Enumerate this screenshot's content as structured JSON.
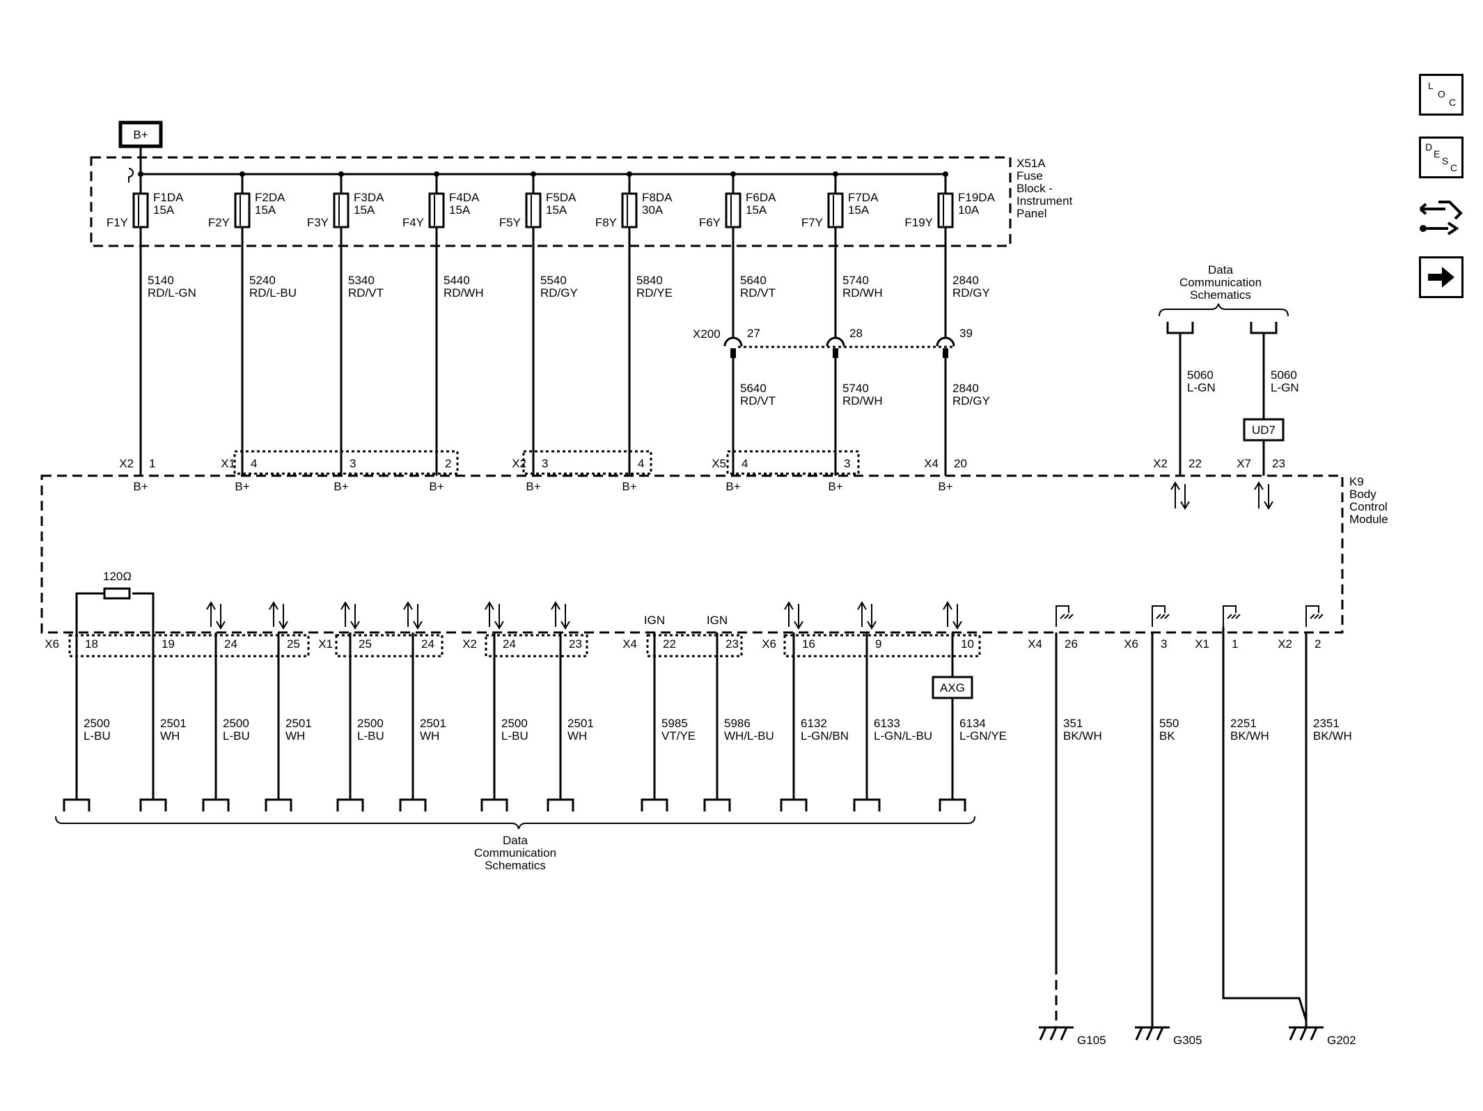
{
  "battery_label": "B+",
  "fuse_block": {
    "id": "X51A",
    "name_lines": [
      "Fuse",
      "Block -",
      "Instrument",
      "Panel"
    ]
  },
  "fuses": [
    {
      "name": "F1DA",
      "rating": "15A",
      "slot": "F1Y",
      "circuit": "5140",
      "color": "RD/L-GN",
      "conn": "X2",
      "pin": "1",
      "pin_label": "B+"
    },
    {
      "name": "F2DA",
      "rating": "15A",
      "slot": "F2Y",
      "circuit": "5240",
      "color": "RD/L-BU",
      "conn": "X1",
      "pin": "4",
      "pin_label": "B+"
    },
    {
      "name": "F3DA",
      "rating": "15A",
      "slot": "F3Y",
      "circuit": "5340",
      "color": "RD/VT",
      "conn": "",
      "pin": "3",
      "pin_label": "B+"
    },
    {
      "name": "F4DA",
      "rating": "15A",
      "slot": "F4Y",
      "circuit": "5440",
      "color": "RD/WH",
      "conn": "",
      "pin": "2",
      "pin_label": "B+"
    },
    {
      "name": "F5DA",
      "rating": "15A",
      "slot": "F5Y",
      "circuit": "5540",
      "color": "RD/GY",
      "conn": "X2",
      "pin": "3",
      "pin_label": "B+"
    },
    {
      "name": "F8DA",
      "rating": "30A",
      "slot": "F8Y",
      "circuit": "5840",
      "color": "RD/YE",
      "conn": "",
      "pin": "4",
      "pin_label": "B+"
    },
    {
      "name": "F6DA",
      "rating": "15A",
      "slot": "F6Y",
      "circuit": "5640",
      "color": "RD/VT",
      "conn": "X5",
      "pin": "4",
      "pin_label": "B+",
      "x200_pin": "27"
    },
    {
      "name": "F7DA",
      "rating": "15A",
      "slot": "F7Y",
      "circuit": "5740",
      "color": "RD/WH",
      "conn": "",
      "pin": "3",
      "pin_label": "B+",
      "x200_pin": "28"
    },
    {
      "name": "F19DA",
      "rating": "10A",
      "slot": "F19Y",
      "circuit": "2840",
      "color": "RD/GY",
      "conn": "X4",
      "pin": "20",
      "pin_label": "B+",
      "x200_pin": "39"
    }
  ],
  "x200_label": "X200",
  "module": {
    "id": "K9",
    "name_lines": [
      "Body",
      "Control",
      "Module"
    ]
  },
  "data_comm_top": {
    "label_lines": [
      "Data",
      "Communication",
      "Schematics"
    ],
    "wires": [
      {
        "circuit": "5060",
        "color": "L-GN",
        "conn": "X2",
        "pin": "22"
      },
      {
        "circuit": "5060",
        "color": "L-GN",
        "conn": "X7",
        "pin": "23",
        "inline": "UD7"
      }
    ]
  },
  "resistor_label": "120Ω",
  "bottom_wires": [
    {
      "conn": "X6",
      "pin": "18",
      "circuit": "2500",
      "color": "L-BU"
    },
    {
      "conn": "",
      "pin": "19",
      "circuit": "2501",
      "color": "WH"
    },
    {
      "conn": "",
      "pin": "24",
      "circuit": "2500",
      "color": "L-BU"
    },
    {
      "conn": "",
      "pin": "25",
      "circuit": "2501",
      "color": "WH"
    },
    {
      "conn": "X1",
      "pin": "25",
      "circuit": "2500",
      "color": "L-BU"
    },
    {
      "conn": "",
      "pin": "24",
      "circuit": "2501",
      "color": "WH"
    },
    {
      "conn": "X2",
      "pin": "24",
      "circuit": "2500",
      "color": "L-BU"
    },
    {
      "conn": "",
      "pin": "23",
      "circuit": "2501",
      "color": "WH"
    },
    {
      "conn": "X4",
      "pin": "22",
      "circuit": "5985",
      "color": "VT/YE",
      "top": "IGN"
    },
    {
      "conn": "",
      "pin": "23",
      "circuit": "5986",
      "color": "WH/L-BU",
      "top": "IGN"
    },
    {
      "conn": "X6",
      "pin": "16",
      "circuit": "6132",
      "color": "L-GN/BN"
    },
    {
      "conn": "",
      "pin": "9",
      "circuit": "6133",
      "color": "L-GN/L-BU"
    },
    {
      "conn": "",
      "pin": "10",
      "circuit": "6134",
      "color": "L-GN/YE",
      "inline": "AXG"
    }
  ],
  "data_comm_bottom_lines": [
    "Data",
    "Communication",
    "Schematics"
  ],
  "grounds": [
    {
      "conn": "X4",
      "pin": "26",
      "circuit": "351",
      "color": "BK/WH",
      "ground": "G105"
    },
    {
      "conn": "X6",
      "pin": "3",
      "circuit": "550",
      "color": "BK",
      "ground": "G305"
    },
    {
      "conn": "X1",
      "pin": "1",
      "circuit": "2251",
      "color": "BK/WH",
      "ground": ""
    },
    {
      "conn": "X2",
      "pin": "2",
      "circuit": "2351",
      "color": "BK/WH",
      "ground": "G202"
    }
  ],
  "nav": {
    "loc": [
      "L",
      "O",
      "C"
    ],
    "desc": [
      "D",
      "E",
      "S",
      "C"
    ],
    "icon_back": "connector-swap-icon",
    "icon_next": "arrow-right-icon"
  }
}
